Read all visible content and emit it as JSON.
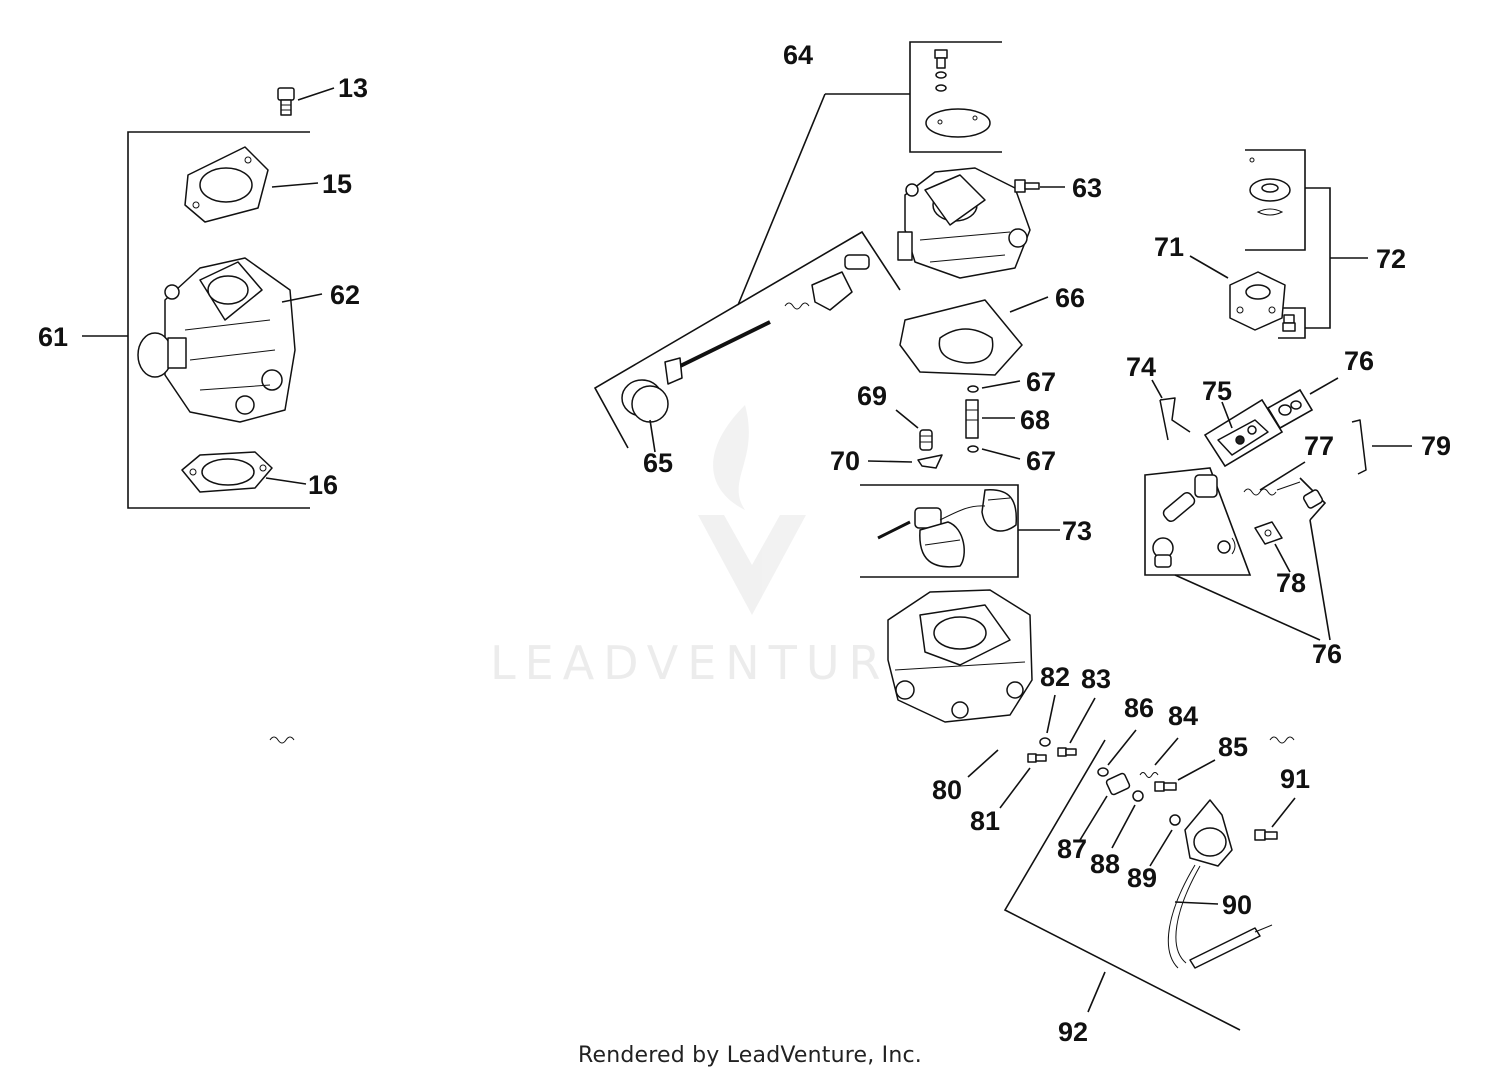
{
  "diagram": {
    "callouts": {
      "c13": "13",
      "c15": "15",
      "c16": "16",
      "c61": "61",
      "c62": "62",
      "c63": "63",
      "c64": "64",
      "c65": "65",
      "c66": "66",
      "c67a": "67",
      "c67b": "67",
      "c68": "68",
      "c69": "69",
      "c70": "70",
      "c71": "71",
      "c72": "72",
      "c73": "73",
      "c74": "74",
      "c75": "75",
      "c76a": "76",
      "c76b": "76",
      "c77": "77",
      "c78": "78",
      "c79": "79",
      "c80": "80",
      "c81": "81",
      "c82": "82",
      "c83": "83",
      "c84": "84",
      "c85": "85",
      "c86": "86",
      "c87": "87",
      "c88": "88",
      "c89": "89",
      "c90": "90",
      "c91": "91",
      "c92": "92"
    }
  },
  "watermark": {
    "text": "LEADVENTURE",
    "icon": "flame-v-logo-icon"
  },
  "footer": {
    "text": "Rendered by LeadVenture, Inc."
  }
}
